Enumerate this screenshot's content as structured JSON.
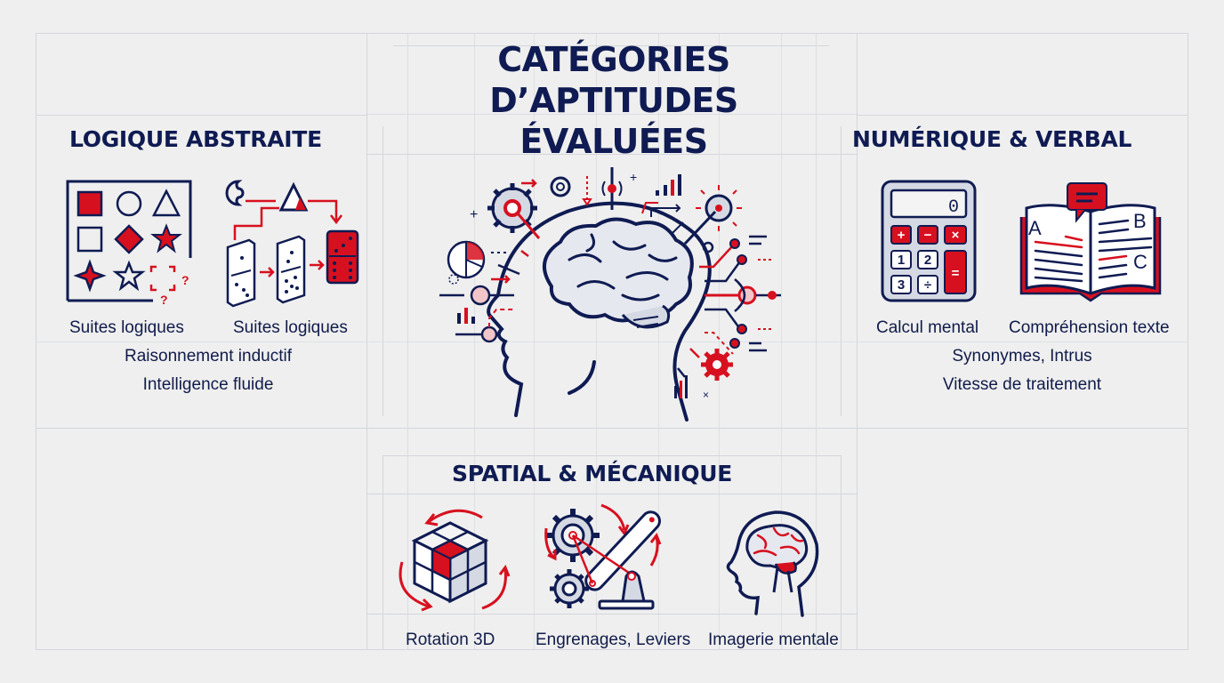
{
  "title": {
    "line1": "CATÉGORIES",
    "line2": "D’APTITUDES",
    "line3": "ÉVALUÉES"
  },
  "colors": {
    "navy": "#0f1b52",
    "red": "#d7101f",
    "background": "#efefef",
    "grid": "#d4d6dc"
  },
  "sections": {
    "logic": {
      "title": "LOGIQUE ABSTRAITE",
      "icons": [
        {
          "name": "shape-matrix-icon",
          "caption": "Suites logiques"
        },
        {
          "name": "domino-sequence-icon",
          "caption": "Suites logiques"
        }
      ],
      "details": [
        "Raisonnement inductif",
        "Intelligence fluide"
      ]
    },
    "numeric_verbal": {
      "title": "NUMÉRIQUE & VERBAL",
      "icons": [
        {
          "name": "calculator-icon",
          "caption": "Calcul mental",
          "display": "0",
          "keys": [
            "+",
            "−",
            "×",
            "1",
            "2",
            "=",
            "3",
            "÷"
          ]
        },
        {
          "name": "open-book-icon",
          "caption": "Compréhension texte",
          "letters": [
            "A",
            "B",
            "C"
          ]
        }
      ],
      "details": [
        "Synonymes, Intrus",
        "Vitesse de traitement"
      ]
    },
    "spatial": {
      "title": "SPATIAL & MÉCANIQUE",
      "icons": [
        {
          "name": "cube-rotation-icon",
          "caption": "Rotation 3D"
        },
        {
          "name": "gears-lever-icon",
          "caption": "Engrenages, Leviers"
        },
        {
          "name": "head-brain-icon",
          "caption": "Imagerie mentale"
        }
      ]
    }
  },
  "center_illustration": "brain-head-icon"
}
